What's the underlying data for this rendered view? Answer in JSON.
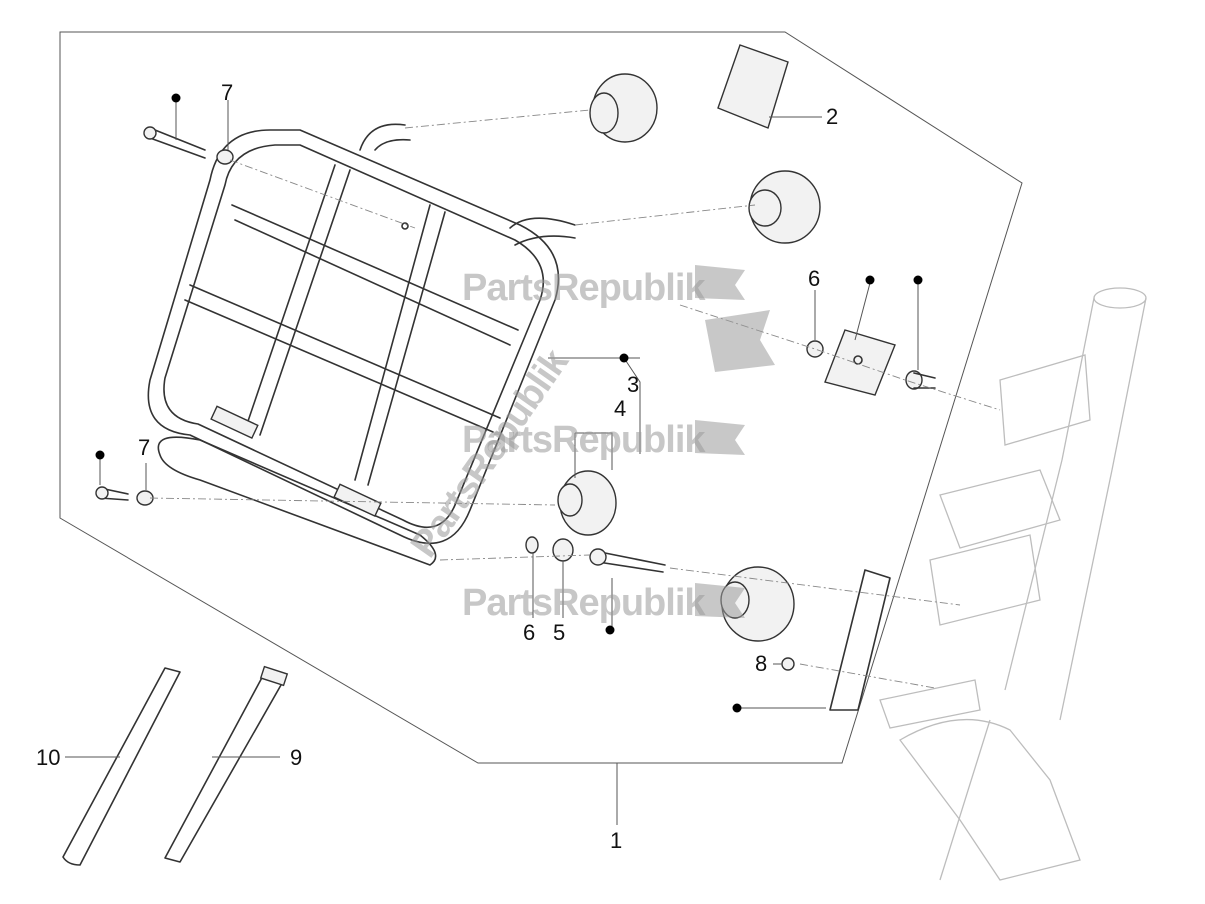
{
  "diagram": {
    "callouts": [
      {
        "id": "c7a",
        "text": "7"
      },
      {
        "id": "c2",
        "text": "2"
      },
      {
        "id": "c6a",
        "text": "6"
      },
      {
        "id": "c3",
        "text": "3"
      },
      {
        "id": "c4",
        "text": "4"
      },
      {
        "id": "c7b",
        "text": "7"
      },
      {
        "id": "c6b",
        "text": "6"
      },
      {
        "id": "c5",
        "text": "5"
      },
      {
        "id": "c8",
        "text": "8"
      },
      {
        "id": "c10",
        "text": "10"
      },
      {
        "id": "c9",
        "text": "9"
      },
      {
        "id": "c1",
        "text": "1"
      }
    ],
    "watermark": {
      "text": "PartsRepublik"
    }
  }
}
